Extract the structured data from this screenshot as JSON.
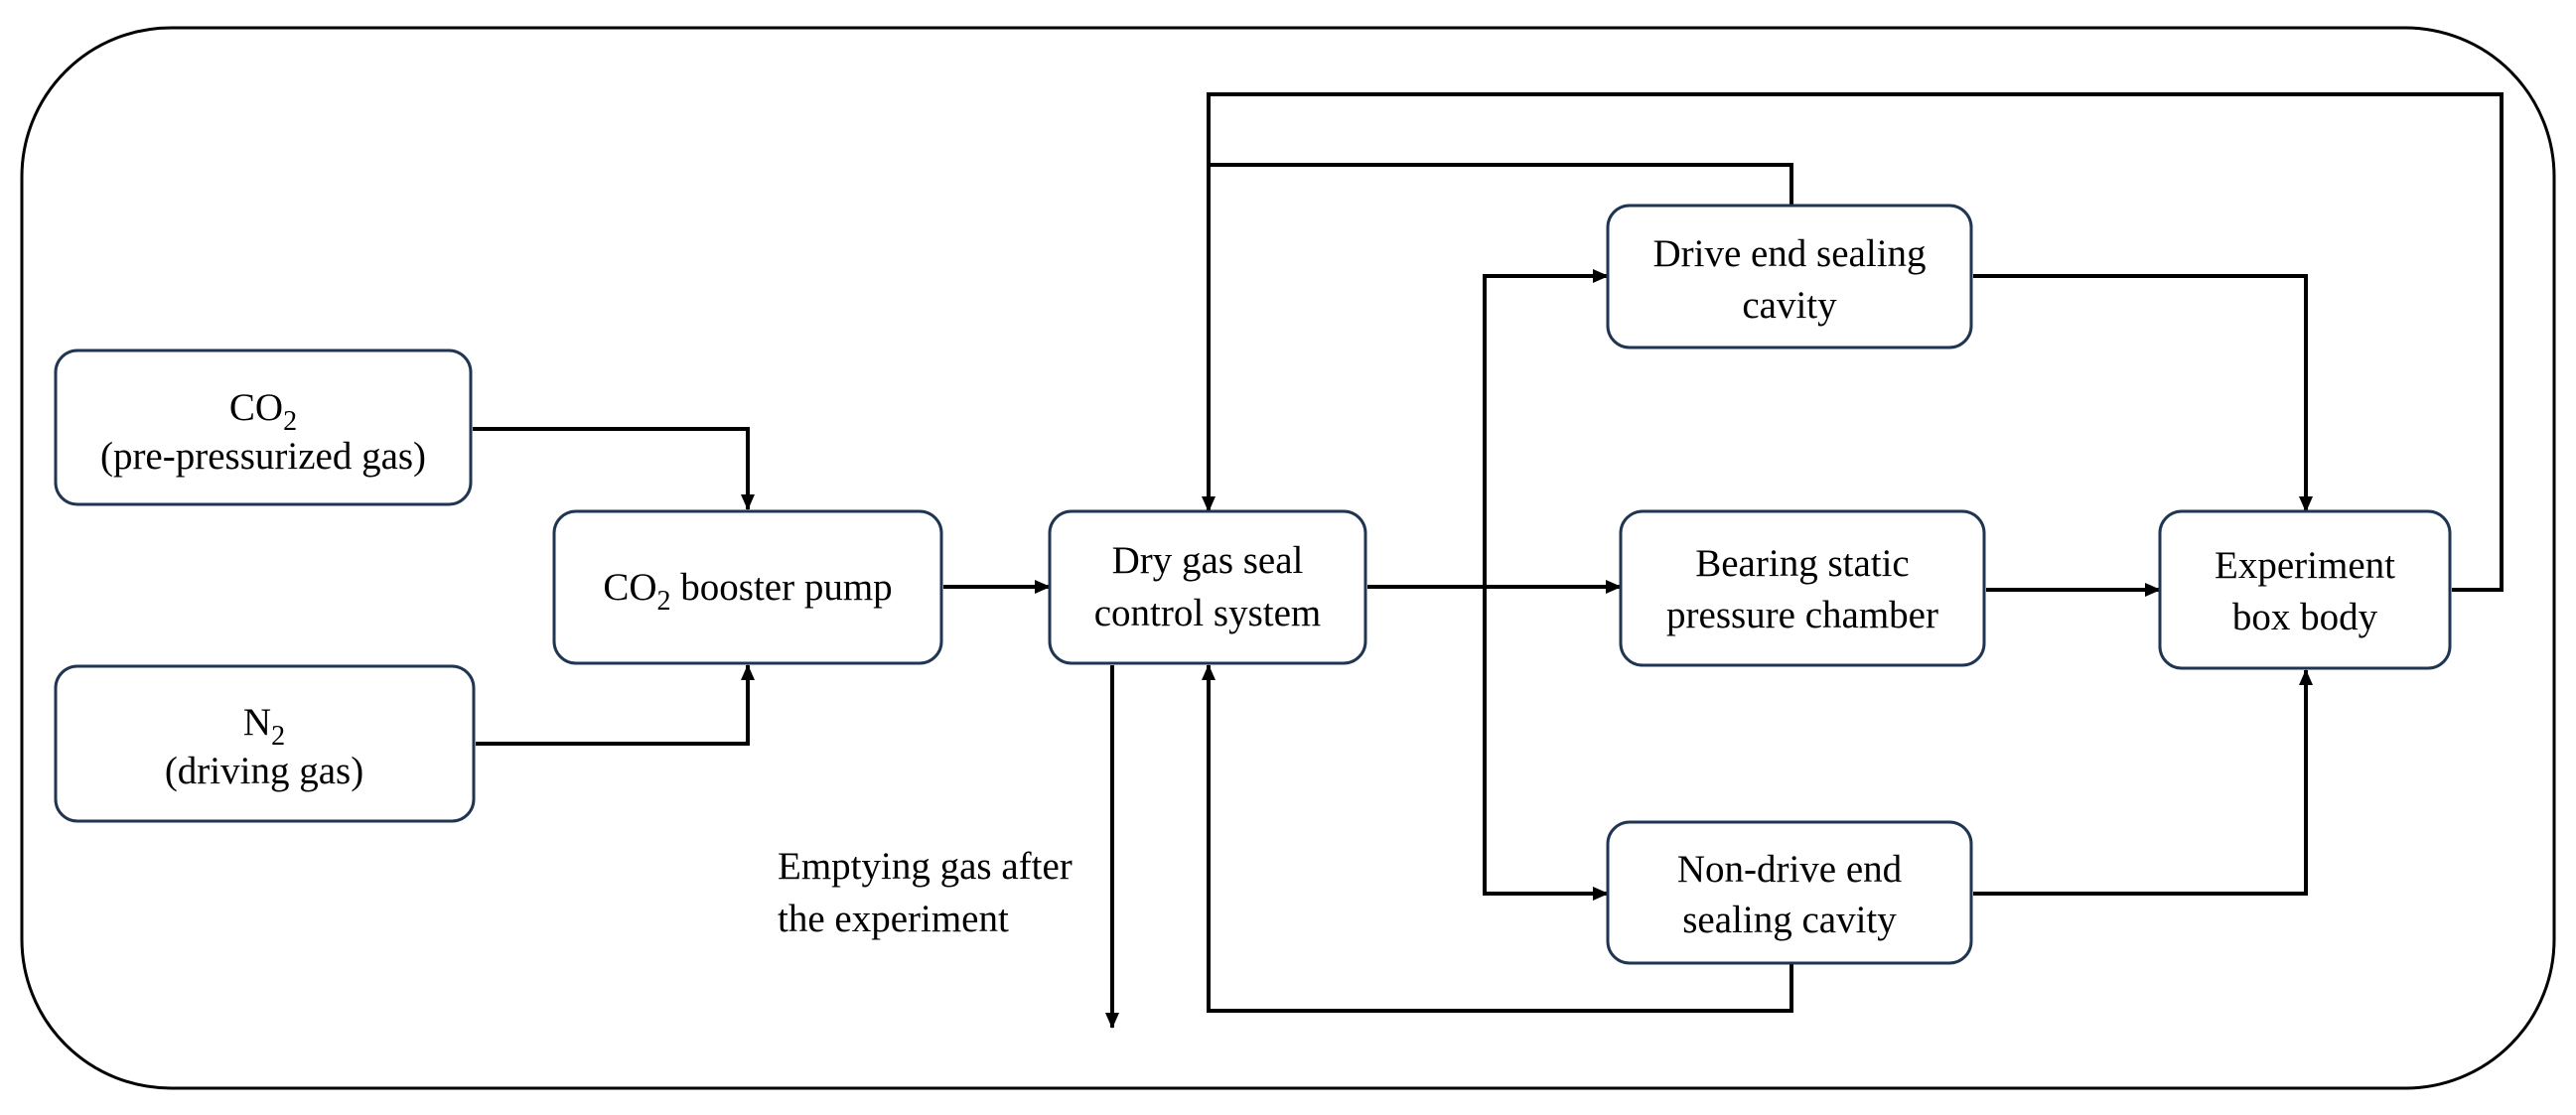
{
  "nodes": {
    "co2_gas": {
      "line1": {
        "main": "CO",
        "sub": "2"
      },
      "line2": "(pre-pressurized gas)"
    },
    "n2_gas": {
      "line1": {
        "main": "N",
        "sub": "2"
      },
      "line2": "(driving gas)"
    },
    "booster_pump": {
      "line1": {
        "main": "CO",
        "sub": "2",
        "rest": " booster pump"
      }
    },
    "control_system": {
      "line1": "Dry gas seal",
      "line2": "control system"
    },
    "drive_end_cavity": {
      "line1": "Drive end sealing",
      "line2": "cavity"
    },
    "bearing_chamber": {
      "line1": "Bearing static",
      "line2": "pressure chamber"
    },
    "non_drive_end_cavity": {
      "line1": "Non-drive end",
      "line2": "sealing cavity"
    },
    "experiment_box": {
      "line1": "Experiment",
      "line2": "box body"
    }
  },
  "annotations": {
    "emptying_gas": {
      "line1": "Emptying gas after",
      "line2": "the experiment"
    }
  },
  "colors": {
    "box_border": "#1f3552",
    "line": "#000000",
    "background": "#ffffff"
  }
}
